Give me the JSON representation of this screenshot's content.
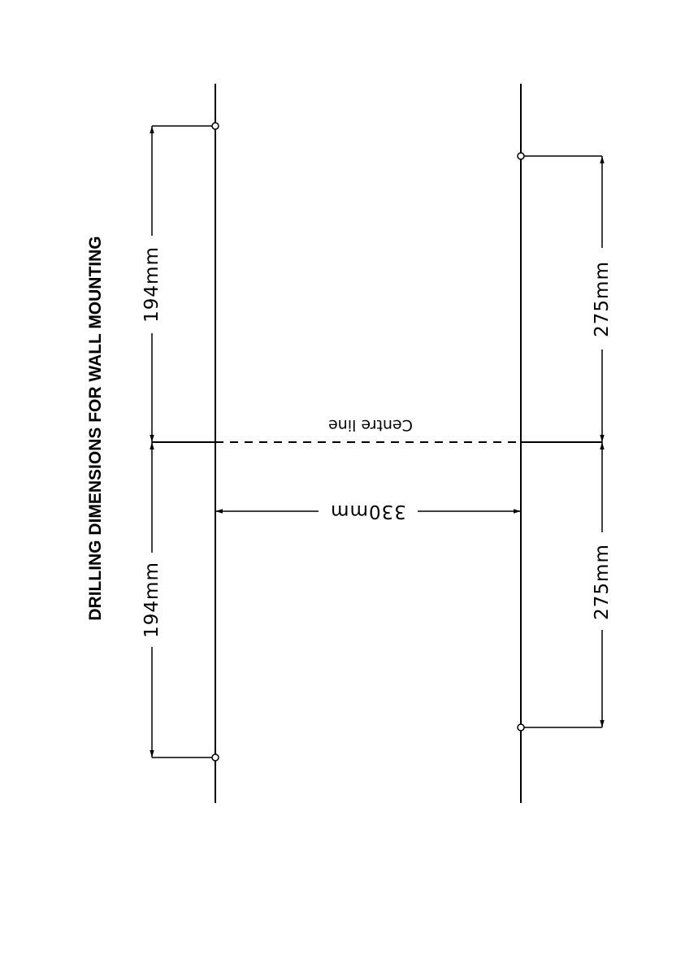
{
  "title": "DRILLING DIMENSIONS FOR WALL MOUNTING",
  "labels": {
    "left_upper": "194mm",
    "left_lower": "194mm",
    "right_upper": "275mm",
    "right_lower": "275mm",
    "spacing": "330mm",
    "centre_line": "Centre line"
  },
  "colors": {
    "ink": "#000000",
    "paper": "#ffffff"
  }
}
